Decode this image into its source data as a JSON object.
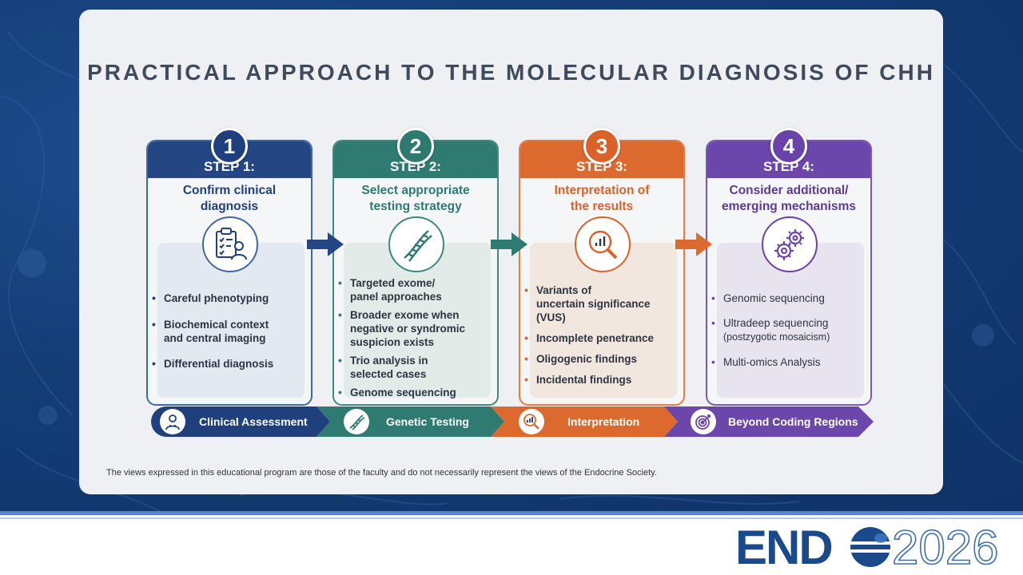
{
  "title": "PRACTICAL APPROACH TO THE MOLECULAR DIAGNOSIS OF CHH",
  "steps": [
    {
      "number": "1",
      "heading": "STEP 1:",
      "subtitle_line1": "Confirm clinical",
      "subtitle_line2": "diagnosis",
      "icon": "clipboard-doctor-icon",
      "color": "#244683",
      "bullets": [
        {
          "line1": "Careful phenotyping",
          "line2": ""
        },
        {
          "line1": "Biochemical context",
          "line2": "and central imaging"
        },
        {
          "line1": "Differential diagnosis",
          "line2": ""
        }
      ]
    },
    {
      "number": "2",
      "heading": "STEP 2:",
      "subtitle_line1": "Select appropriate",
      "subtitle_line2": "testing strategy",
      "icon": "dna-icon",
      "color": "#2f7b71",
      "bullets": [
        {
          "line1": "Targeted exome/",
          "line2": "panel approaches",
          "line3": ""
        },
        {
          "line1": "Broader exome when",
          "line2": "negative or syndromic",
          "line3": "suspicion exists"
        },
        {
          "line1": "Trio analysis in",
          "line2": "selected cases",
          "line3": ""
        },
        {
          "line1": "Genome sequencing",
          "line2": "",
          "line3": ""
        }
      ]
    },
    {
      "number": "3",
      "heading": "STEP 3:",
      "subtitle_line1": "Interpretation of",
      "subtitle_line2": "the results",
      "icon": "magnifier-chart-icon",
      "color": "#dc6a2e",
      "bullets": [
        {
          "line1": "Variants of",
          "line2": "uncertain significance",
          "line3": "(VUS)"
        },
        {
          "line1": "Incomplete penetrance",
          "line2": "",
          "line3": ""
        },
        {
          "line1": "Oligogenic findings",
          "line2": "",
          "line3": ""
        },
        {
          "line1": "Incidental findings",
          "line2": "",
          "line3": ""
        }
      ]
    },
    {
      "number": "4",
      "heading": "STEP 4:",
      "subtitle_line1": "Consider additional/",
      "subtitle_line2": "emerging mechanisms",
      "icon": "gears-icon",
      "color": "#6b46ab",
      "bullets": [
        {
          "line1": "Genomic sequencing",
          "line2": ""
        },
        {
          "line1": "Ultradeep sequencing",
          "line2": "(postzygotic mosaicism)"
        },
        {
          "line1": "Multi-omics Analysis",
          "line2": ""
        }
      ]
    }
  ],
  "process_bar": [
    {
      "label": "Clinical Assessment",
      "icon": "doctor-icon",
      "color": "#1f3f7d"
    },
    {
      "label": "Genetic Testing",
      "icon": "dna-icon",
      "color": "#2f7b71"
    },
    {
      "label": "Interpretation",
      "icon": "magnifier-chart-icon",
      "color": "#dc6a2e"
    },
    {
      "label": "Beyond Coding Regions",
      "icon": "target-icon",
      "color": "#6b46ab"
    }
  ],
  "footnote": "The views expressed in this educational program are those of the faculty and do not necessarily represent the views of the Endocrine Society.",
  "logo": {
    "text_left": "END",
    "text_right": "2026"
  }
}
